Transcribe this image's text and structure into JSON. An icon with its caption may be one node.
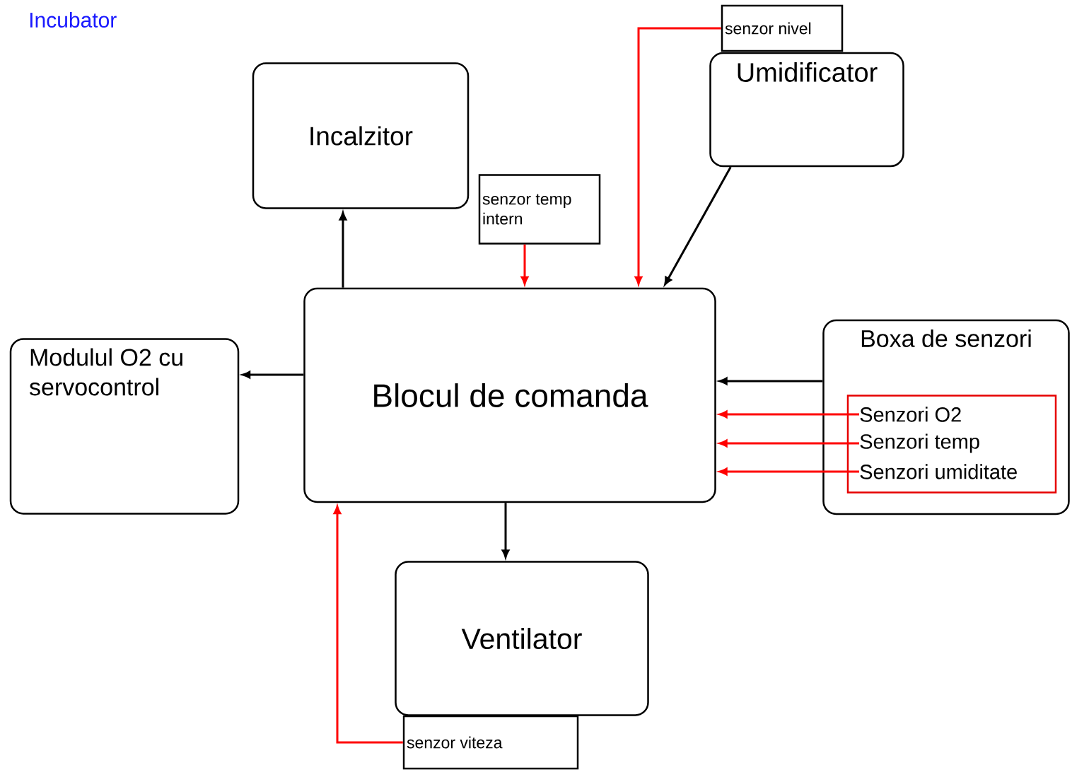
{
  "diagram": {
    "title": "Incubator",
    "nodes": [
      {
        "text": [
          "Incalzitor"
        ]
      },
      {
        "text": [
          "senzor temp intern"
        ]
      },
      {
        "text": [
          "senzor nivel"
        ]
      },
      {
        "text": [
          "Umidificator"
        ]
      },
      {
        "text": [
          "Modulul O2 cu servocontrol"
        ]
      },
      {
        "text": [
          "Blocul de comanda"
        ]
      },
      {
        "text": [
          "Boxa de senzori"
        ]
      },
      {
        "text": [],
        "shape": "box",
        "in": 6
      },
      {
        "text": [
          "Senzori O2"
        ],
        "in": 7
      },
      {
        "text": [
          "Senzori temp"
        ],
        "in": 7
      },
      {
        "text": [
          "Senzori umiditate"
        ],
        "in": 7
      },
      {
        "text": [
          "Ventilator"
        ]
      },
      {
        "text": [
          "senzor viteza"
        ]
      }
    ],
    "edges": [
      {
        "from": 5,
        "to": 0,
        "arrow": "to",
        "color": "#000000"
      },
      {
        "from": 1,
        "to": 5,
        "arrow": "to",
        "color": "#ff0000"
      },
      {
        "from": 2,
        "to": 5,
        "arrow": "to",
        "color": "#ff0000"
      },
      {
        "from": 3,
        "to": 5,
        "arrow": "to",
        "color": "#000000"
      },
      {
        "from": 5,
        "to": 4,
        "arrow": "to",
        "color": "#000000"
      },
      {
        "from": 6,
        "to": 5,
        "arrow": "to",
        "color": "#000000"
      },
      {
        "from": 8,
        "to": 5,
        "arrow": "to",
        "color": "#ff0000"
      },
      {
        "from": 9,
        "to": 5,
        "arrow": "to",
        "color": "#ff0000"
      },
      {
        "from": 10,
        "to": 5,
        "arrow": "to",
        "color": "#ff0000"
      },
      {
        "from": 5,
        "to": 11,
        "arrow": "to",
        "color": "#000000"
      },
      {
        "from": 12,
        "to": 5,
        "arrow": "to",
        "color": "#ff0000"
      }
    ]
  }
}
